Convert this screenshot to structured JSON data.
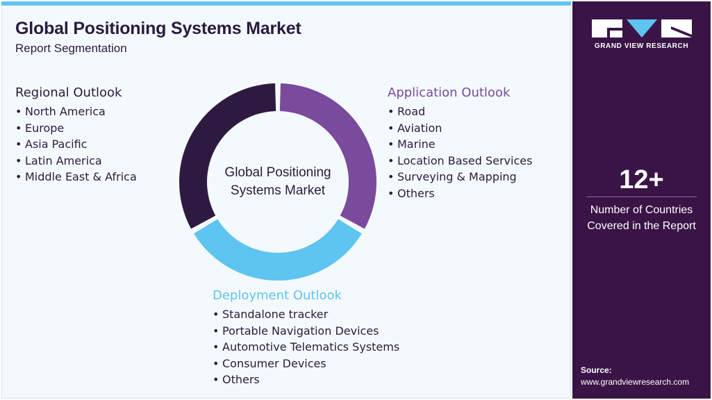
{
  "header": {
    "title": "Global Positioning Systems Market",
    "subtitle": "Report Segmentation"
  },
  "center_label": [
    "Global Positioning",
    "Systems Market"
  ],
  "segments": {
    "regional": {
      "heading": "Regional Outlook",
      "items": [
        "North America",
        "Europe",
        "Asia Pacific",
        "Latin America",
        "Middle East & Africa"
      ]
    },
    "application": {
      "heading": "Application Outlook",
      "items": [
        "Road",
        "Aviation",
        "Marine",
        "Location Based Services",
        "Surveying & Mapping",
        "Others"
      ]
    },
    "deployment": {
      "heading": "Deployment Outlook",
      "items": [
        "Standalone tracker",
        "Portable Navigation Devices",
        "Automotive Telematics Systems",
        "Consumer Devices",
        "Others"
      ]
    }
  },
  "donut": {
    "segments": [
      {
        "key": "application",
        "start_deg": 0,
        "end_deg": 120,
        "color": "#7a4a9c"
      },
      {
        "key": "deployment",
        "start_deg": 120,
        "end_deg": 240,
        "color": "#5ec4f0"
      },
      {
        "key": "regional",
        "start_deg": 240,
        "end_deg": 360,
        "color": "#2e1a40"
      }
    ]
  },
  "sidebar": {
    "brand_name": "GRAND VIEW RESEARCH",
    "stat_value": "12+",
    "stat_caption": [
      "Number of Countries",
      "Covered in the Report"
    ],
    "source_label": "Source:",
    "source_url": "www.grandviewresearch.com"
  },
  "colors": {
    "dark_purple": "#3a1446",
    "violet": "#7a4a9c",
    "sky_blue": "#5ec4f0",
    "panel_bg": "#f4f9fd"
  }
}
